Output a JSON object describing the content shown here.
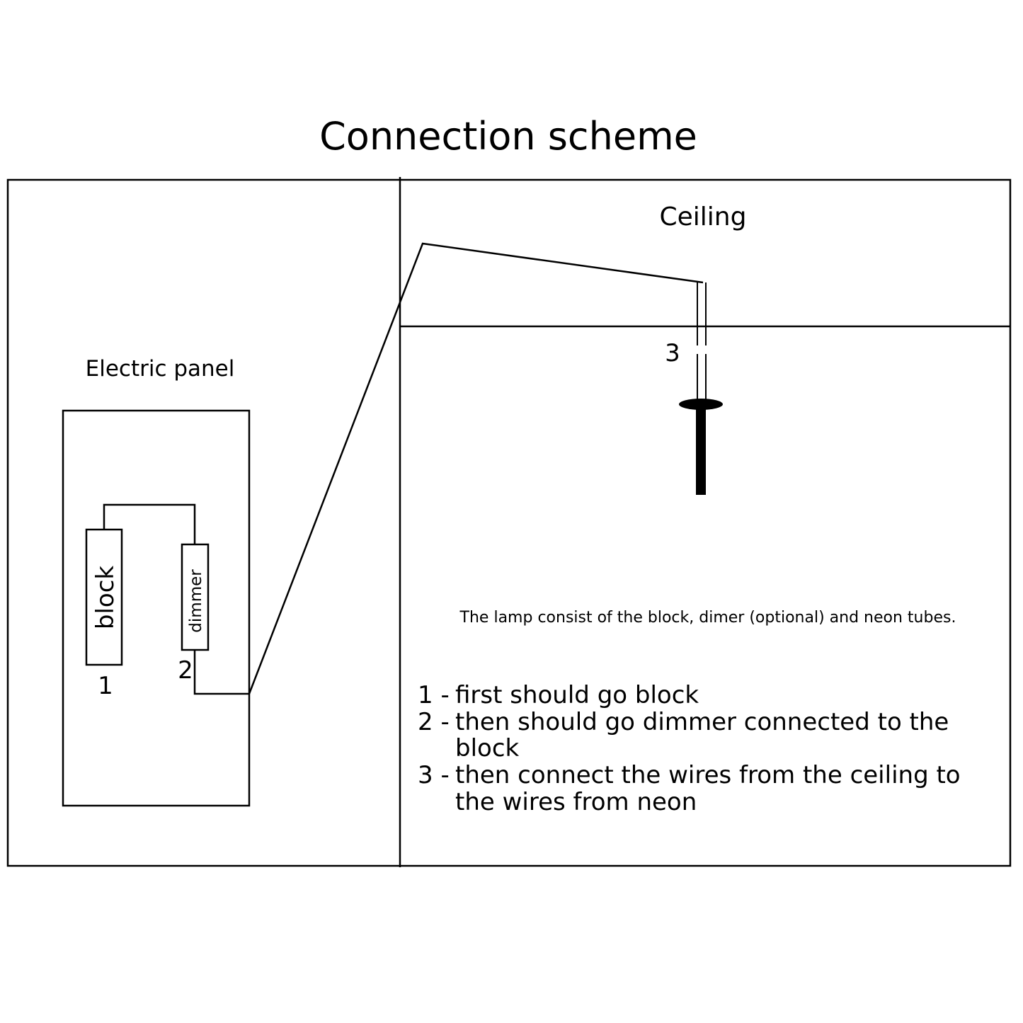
{
  "title": "Connection scheme",
  "regions": {
    "left_label": "Electric panel",
    "ceiling_label": "Ceiling"
  },
  "components": {
    "block_label": "block",
    "dimmer_label": "dimmer",
    "marker_1": "1",
    "marker_2": "2",
    "marker_3": "3"
  },
  "description": "The lamp consist of the block, dimer (optional) and neon tubes.",
  "steps": [
    {
      "num": "1 -",
      "lines": [
        "first should go block"
      ]
    },
    {
      "num": "2 -",
      "lines": [
        "then should go dimmer connected to the",
        "block"
      ]
    },
    {
      "num": "3 -",
      "lines": [
        "then connect the wires from the ceiling to",
        "the wires from neon"
      ]
    }
  ],
  "colors": {
    "ink": "#000000",
    "paper": "#ffffff"
  }
}
